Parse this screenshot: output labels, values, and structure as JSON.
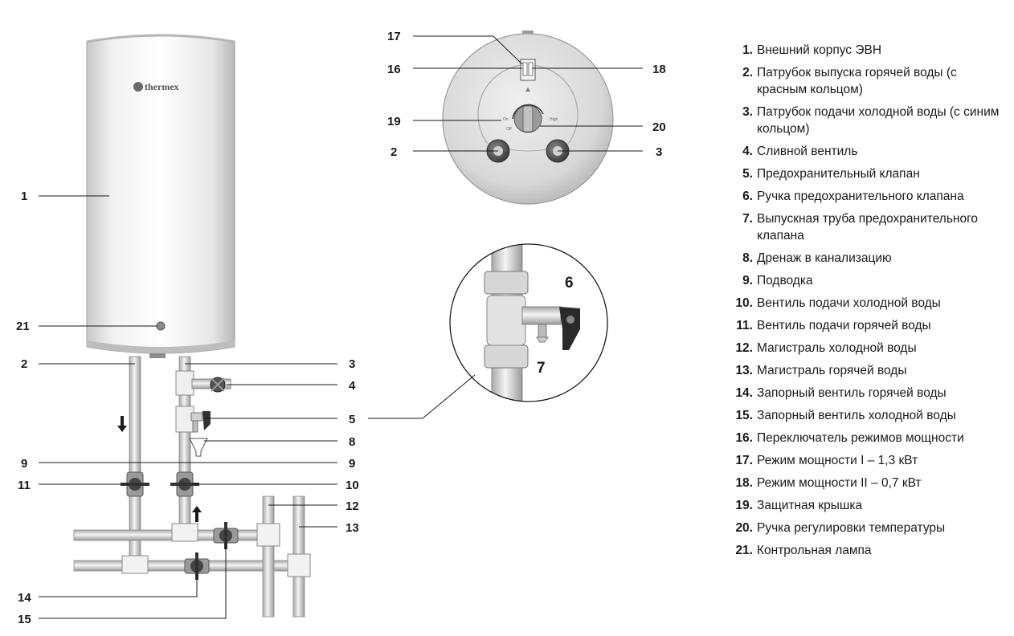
{
  "brand": "thermex",
  "panel": {
    "on_label": "On",
    "off_label": "Off",
    "high_label": "High"
  },
  "callouts": {
    "c1": "1",
    "c2": "2",
    "c3": "3",
    "c4": "4",
    "c5": "5",
    "c6": "6",
    "c7": "7",
    "c8": "8",
    "c9": "9",
    "c10": "10",
    "c11": "11",
    "c12": "12",
    "c13": "13",
    "c14": "14",
    "c15": "15",
    "c16": "16",
    "c17": "17",
    "c18": "18",
    "c19": "19",
    "c20": "20",
    "c21": "21"
  },
  "legend": [
    {
      "num": "1.",
      "text": "Внешний корпус ЭВН"
    },
    {
      "num": "2.",
      "text": "Патрубок выпуска горячей воды (с красным кольцом)"
    },
    {
      "num": "3.",
      "text": "Патрубок подачи холодной воды (с синим кольцом)"
    },
    {
      "num": "4.",
      "text": "Сливной вентиль"
    },
    {
      "num": "5.",
      "text": "Предохранительный клапан"
    },
    {
      "num": "6.",
      "text": "Ручка предохранительного клапана"
    },
    {
      "num": "7.",
      "text": "Выпускная труба предохранительного клапана"
    },
    {
      "num": "8.",
      "text": "Дренаж в канализацию"
    },
    {
      "num": "9.",
      "text": "Подводка"
    },
    {
      "num": "10.",
      "text": "Вентиль подачи холодной воды"
    },
    {
      "num": "11.",
      "text": "Вентиль подачи горячей воды"
    },
    {
      "num": "12.",
      "text": "Магистраль холодной воды"
    },
    {
      "num": "13.",
      "text": "Магистраль горячей воды"
    },
    {
      "num": "14.",
      "text": "Запорный вентиль горячей воды"
    },
    {
      "num": "15.",
      "text": "Запорный вентиль холодной воды"
    },
    {
      "num": "16.",
      "text": "Переключатель режимов мощности"
    },
    {
      "num": "17.",
      "text": "Режим мощности I – 1,3 кВт"
    },
    {
      "num": "18.",
      "text": "Режим мощности II – 0,7 кВт"
    },
    {
      "num": "19.",
      "text": "Защитная крышка"
    },
    {
      "num": "20.",
      "text": "Ручка регулировки температуры"
    },
    {
      "num": "21.",
      "text": "Контрольная лампа"
    }
  ]
}
